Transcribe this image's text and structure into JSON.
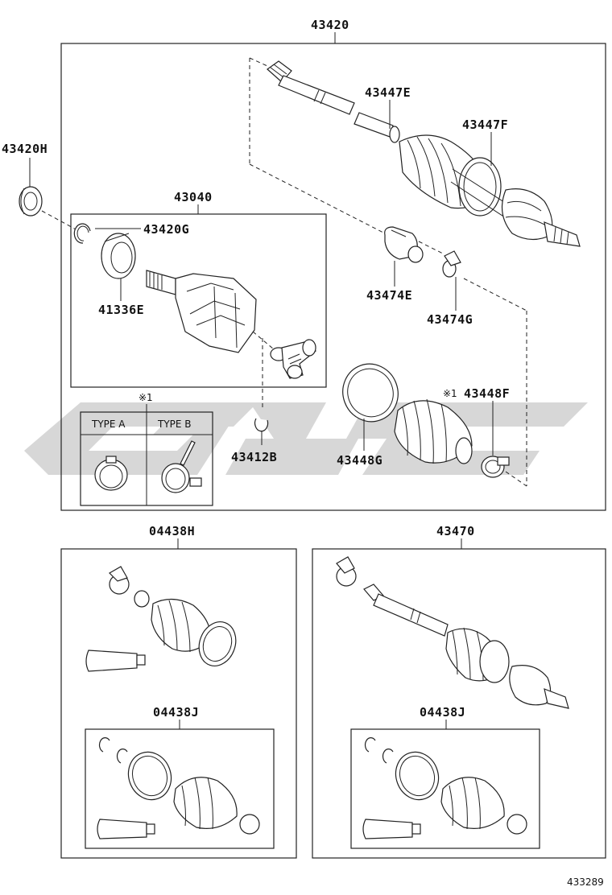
{
  "diagram_id": "433289",
  "labels": {
    "assy": "43420",
    "inner_joint_assy": "43040",
    "seal_43420H": "43420H",
    "snap_ring_43420G": "43420G",
    "ring_41336E": "41336E",
    "snap_ring_43412B": "43412B",
    "boot_kit_43447E": "43447E",
    "boot_band_43447F": "43447F",
    "damper_43474E": "43474E",
    "clamp_43474G": "43474G",
    "band_43448G": "43448G",
    "band_43448F": "43448F",
    "note_mark": "※1",
    "note_mark_43448F": "※1",
    "type_a": "TYPE A",
    "type_b": "TYPE B",
    "kit_04438H": "04438H",
    "kit_43470": "43470",
    "kit_04438J_left": "04438J",
    "kit_04438J_right": "04438J"
  }
}
